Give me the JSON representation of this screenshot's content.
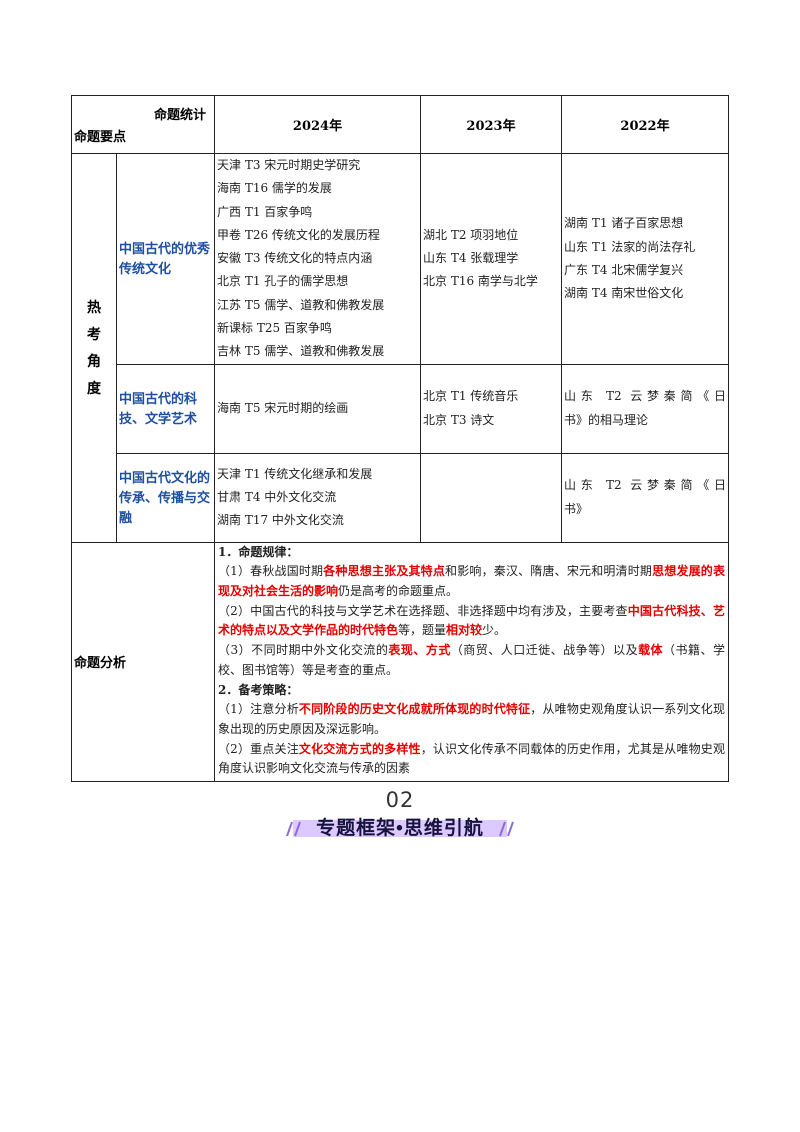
{
  "table": {
    "corner_top": "命题统计",
    "corner_bottom": "命题要点",
    "years": [
      "2024年",
      "2023年",
      "2022年"
    ],
    "hot_label": [
      "热",
      "考",
      "角",
      "度"
    ],
    "rows": [
      {
        "topic": "中国古代的优秀传统文化",
        "y2024": [
          "天津 T3 宋元时期史学研究",
          "海南 T16 儒学的发展",
          "广西 T1 百家争鸣",
          "甲卷 T26 传统文化的发展历程",
          "安徽 T3 传统文化的特点内涵",
          "北京 T1 孔子的儒学思想",
          "江苏 T5 儒学、道教和佛教发展",
          "新课标 T25 百家争鸣",
          "吉林 T5 儒学、道教和佛教发展"
        ],
        "y2023": [
          "湖北 T2 项羽地位",
          "山东 T4 张载理学",
          "北京 T16 南学与北学"
        ],
        "y2022": [
          "湖南 T1 诸子百家思想",
          "山东 T1 法家的尚法存礼",
          "广东 T4 北宋儒学复兴",
          "湖南 T4 南宋世俗文化"
        ]
      },
      {
        "topic": "中国古代的科技、文学艺术",
        "y2024": [
          "海南 T5 宋元时期的绘画"
        ],
        "y2023": [
          "北京 T1 传统音乐",
          "北京 T3 诗文"
        ],
        "y2022": [
          "山东 T2 云梦秦简《日",
          "书》的相马理论"
        ]
      },
      {
        "topic": "中国古代文化的传承、传播与交融",
        "y2024": [
          "天津 T1 传统文化继承和发展",
          "甘肃 T4 中外文化交流",
          "湖南 T17 中外文化交流"
        ],
        "y2023": [],
        "y2022": [
          "山东 T2 云梦秦简《日",
          "书》"
        ]
      }
    ],
    "analysis_label": "命题分析",
    "analysis": {
      "h1": "1．命题规律：",
      "p1": [
        {
          "t": "（1）春秋战国时期"
        },
        {
          "t": "各种思想主张及其特点",
          "hl": true
        },
        {
          "t": "和影响，秦汉、隋唐、宋元和明清时期"
        },
        {
          "t": "思想发展的表现及对社会生活的影响",
          "hl": true
        },
        {
          "t": "仍是高考的命题重点。"
        }
      ],
      "p2": [
        {
          "t": "（2）中国古代的科技与文学艺术在选择题、非选择题中均有涉及，主要考查"
        },
        {
          "t": "中国古代科技、艺术的特点以及文学作品的时代特色",
          "hl": true
        },
        {
          "t": "等，题量"
        },
        {
          "t": "相对较",
          "hl": true
        },
        {
          "t": "少。"
        }
      ],
      "p3": [
        {
          "t": "（3）不同时期中外文化交流的"
        },
        {
          "t": "表现、方式",
          "hl": true
        },
        {
          "t": "（商贸、人口迁徙、战争等）以及"
        },
        {
          "t": "载体",
          "hl": true
        },
        {
          "t": "（书籍、学校、图书馆等）等是考查的重点。"
        }
      ],
      "h2": "2．备考策略：",
      "p4": [
        {
          "t": "（1）注意分析"
        },
        {
          "t": "不同阶段的历史文化成就所体现的时代特征",
          "hl": true
        },
        {
          "t": "，从唯物史观角度认识一系列文化现象出现的历史原因及深远影响。"
        }
      ],
      "p5": [
        {
          "t": "（2）重点关注"
        },
        {
          "t": "文化交流方式的多样性",
          "hl": true
        },
        {
          "t": "，认识文化传承不同载体的历史作用，尤其是从唯物史观角度认识影响文化交流与传承的因素"
        }
      ]
    }
  },
  "banner": {
    "number": "02",
    "title": "专题框架•思维引航"
  },
  "colors": {
    "highlight": "#e60000",
    "topic": "#1f4fa0",
    "banner_text": "#17133d",
    "banner_accent": "#c9a6ff"
  }
}
